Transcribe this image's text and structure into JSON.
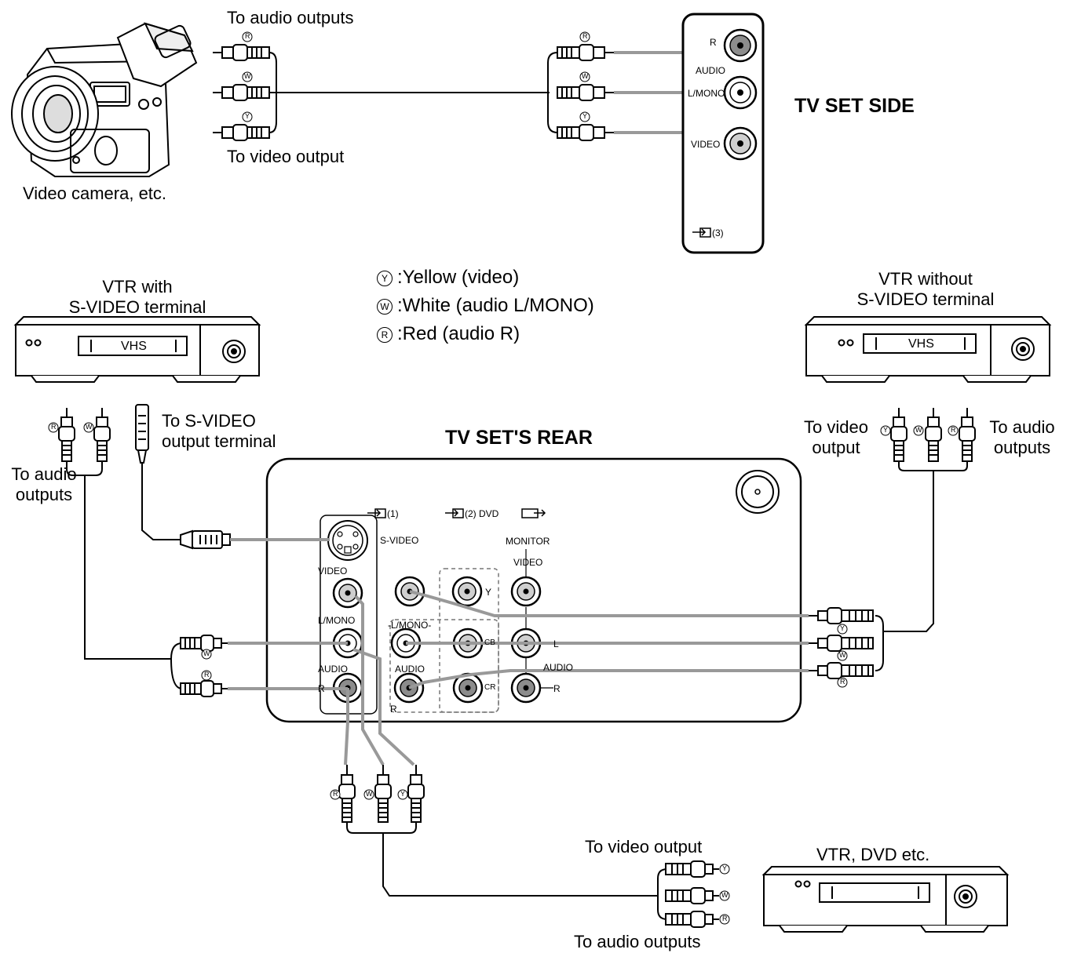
{
  "labels": {
    "camera_audio_out": "To audio outputs",
    "camera_video_out": "To video output",
    "camera_name": "Video camera, etc.",
    "tv_side_title": "TV SET SIDE",
    "tv_rear_title": "TV SET'S REAR",
    "vtr_svideo_line1": "VTR with",
    "vtr_svideo_line2": "S-VIDEO terminal",
    "vtr_plain_line1": "VTR without",
    "vtr_plain_line2": "S-VIDEO terminal",
    "svideo_out_line1": "To S-VIDEO",
    "svideo_out_line2": "output terminal",
    "left_audio_line1": "To audio",
    "left_audio_line2": "outputs",
    "right_video_line1": "To video",
    "right_video_line2": "output",
    "right_audio_line1": "To audio",
    "right_audio_line2": "outputs",
    "bottom_video_out": "To video output",
    "bottom_audio_out": "To audio outputs",
    "dvd_name": "VTR, DVD etc."
  },
  "legend": [
    {
      "symbol": "Y",
      "text": ":Yellow (video)"
    },
    {
      "symbol": "W",
      "text": ":White (audio L/MONO)"
    },
    {
      "symbol": "R",
      "text": ":Red (audio R)"
    }
  ],
  "vcr_faces": {
    "vhs_left": "VHS",
    "vhs_right": "VHS"
  },
  "side_panel": {
    "r": "R",
    "audio": "AUDIO",
    "lmono": "L/MONO",
    "video": "VIDEO",
    "input3": "(3)"
  },
  "rear_panel": {
    "input1": "(1)",
    "input2": "(2) DVD",
    "svideo": "S-VIDEO",
    "monitor": "MONITOR",
    "mon_video": "VIDEO",
    "video": "VIDEO",
    "lmono": "L/MONO",
    "lmono2": "-L/MONO-",
    "audio": "AUDIO",
    "audio2": "AUDIO",
    "mon_audio": "AUDIO",
    "r": "R",
    "r2": "R",
    "mon_r": "R",
    "mon_l": "L",
    "y": "Y",
    "cb": "CB",
    "cr": "CR"
  },
  "plug_letters": {
    "r": "R",
    "w": "W",
    "y": "Y"
  },
  "colors": {
    "line": "#000000",
    "cable_grey": "#999999",
    "jack_fill": "#8c8c8c",
    "jack_light": "#cfcfcf"
  }
}
